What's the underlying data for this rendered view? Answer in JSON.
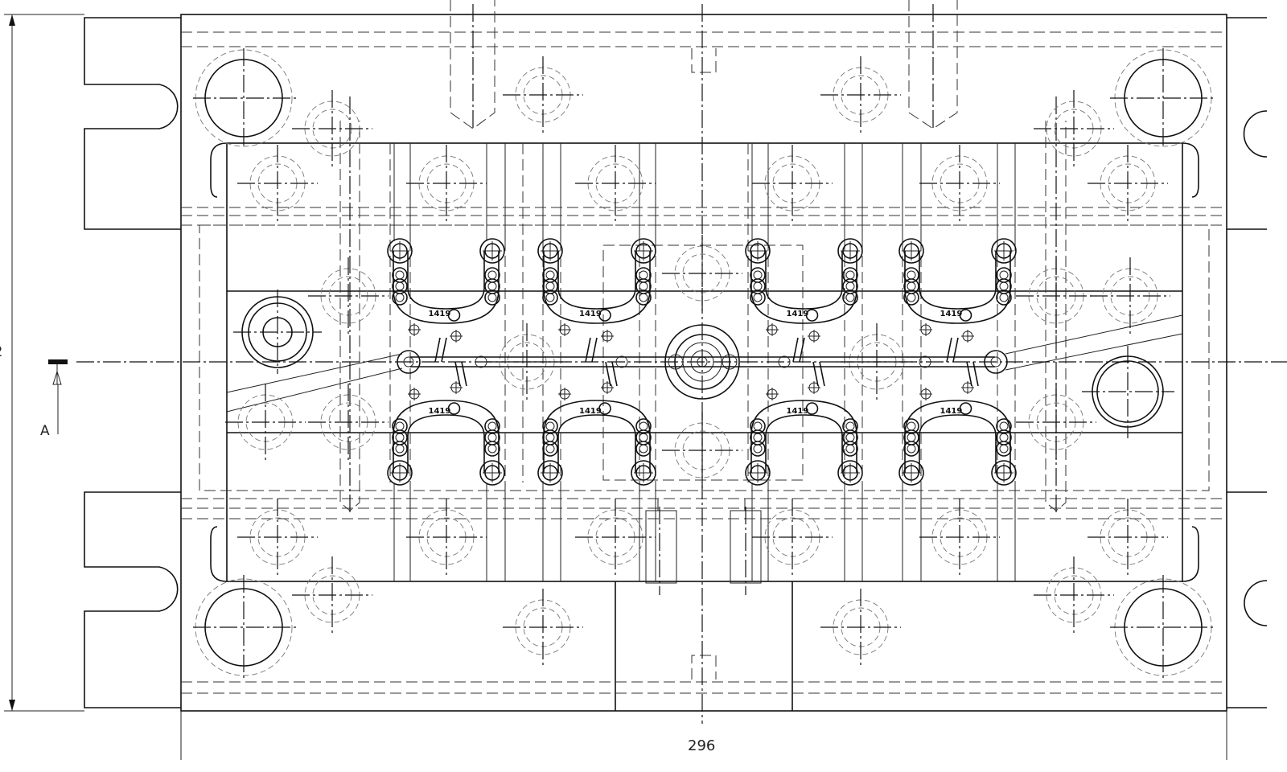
{
  "drawing": {
    "section_marker": "A",
    "dimension_bottom": "296",
    "dimension_left": "2",
    "part_number": "1419"
  },
  "colors": {
    "line": "#111111",
    "background": "#ffffff"
  }
}
